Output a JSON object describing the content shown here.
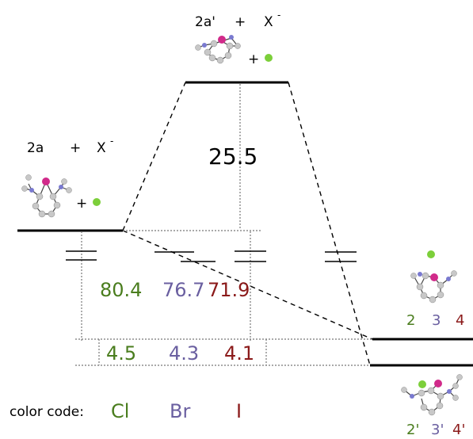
{
  "colors": {
    "cl": "#4a7d1e",
    "br": "#6a5fa0",
    "i": "#8b1a1a",
    "black": "#000000",
    "gray_line": "#777777",
    "atom_carbon": "#c8c8c8",
    "atom_nitrogen": "#7a7ad0",
    "atom_center": "#d12a8a",
    "atom_halide": "#7ccf3a"
  },
  "labels": {
    "left_species": "2a",
    "left_plus": "+",
    "left_ion": "X",
    "left_charge": "-",
    "left_plus2": "+",
    "top_species": "2a'",
    "top_plus": "+",
    "top_ion": "X",
    "top_charge": "-",
    "top_plus2": "+",
    "barrier": "25.5",
    "values_upper": {
      "cl": "80.4",
      "br": "76.7",
      "i": "71.9"
    },
    "values_lower": {
      "cl": "4.5",
      "br": "4.3",
      "i": "4.1"
    },
    "right_upper": {
      "cl": "2",
      "br": "3",
      "i": "4"
    },
    "right_lower": {
      "cl": "2'",
      "br": "3'",
      "i": "4'"
    },
    "legend_title": "color code:",
    "legend_cl": "Cl",
    "legend_br": "Br",
    "legend_i": "I"
  },
  "icons": [
    "molecule-2a-icon",
    "molecule-2a-prime-icon",
    "molecule-right-upper-icon",
    "molecule-right-lower-icon",
    "halide-ion-icon"
  ]
}
